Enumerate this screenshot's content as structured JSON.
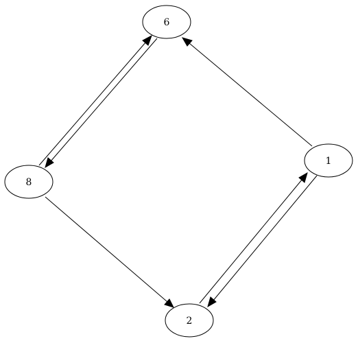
{
  "diagram": {
    "type": "directed-graph",
    "nodes": [
      {
        "id": "n6",
        "label": "6"
      },
      {
        "id": "n8",
        "label": "8"
      },
      {
        "id": "n1",
        "label": "1"
      },
      {
        "id": "n2",
        "label": "2"
      }
    ],
    "edges": [
      {
        "from": "n8",
        "to": "n6"
      },
      {
        "from": "n6",
        "to": "n8"
      },
      {
        "from": "n1",
        "to": "n6"
      },
      {
        "from": "n8",
        "to": "n2"
      },
      {
        "from": "n2",
        "to": "n1"
      },
      {
        "from": "n1",
        "to": "n2"
      }
    ]
  }
}
